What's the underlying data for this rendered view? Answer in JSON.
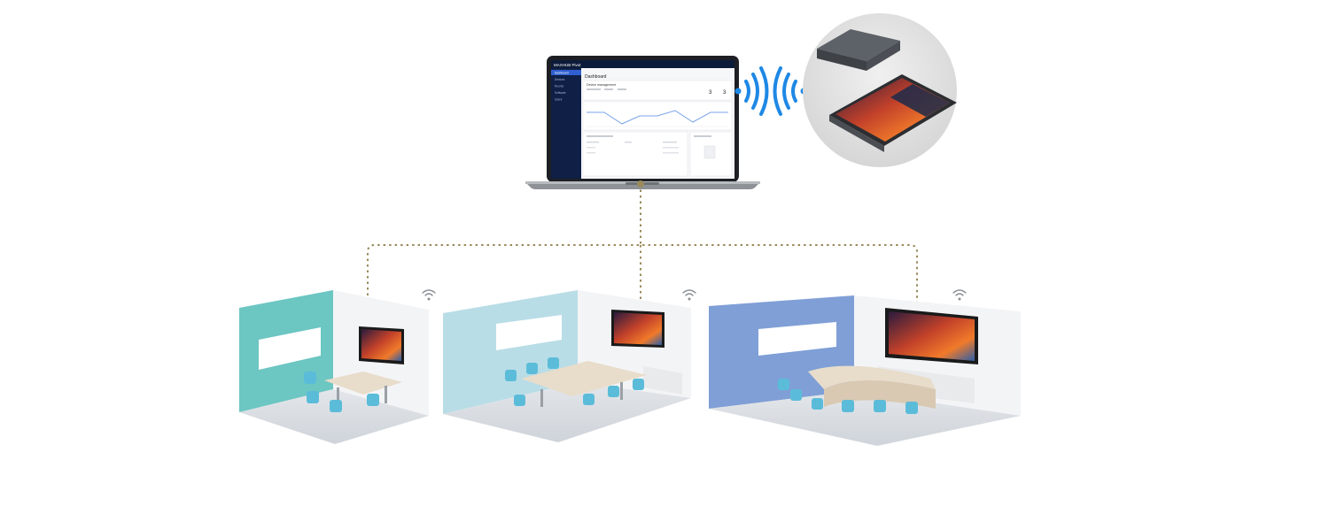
{
  "app": {
    "brand": "MAXHUB Pivot",
    "page_title": "Dashboard",
    "section_title": "Device management",
    "stats": [
      "3",
      "3"
    ],
    "sidebar_items": [
      "Dashboard",
      "Devices",
      "Rooms",
      "Software",
      "Users"
    ]
  },
  "colors": {
    "connector": "#9a8b5c",
    "wifi": "#1e88e5",
    "room1_wall": "#6cc6c2",
    "room2_wall": "#b9dde6",
    "room3_wall": "#7f9fd6",
    "chair": "#5bbcd9"
  },
  "icons": [
    "laptop-icon",
    "wifi-signal-icon",
    "mini-pc-icon",
    "touch-panel-icon",
    "room-wifi-icon"
  ],
  "rooms": [
    {
      "id": "small-meeting-room"
    },
    {
      "id": "medium-meeting-room"
    },
    {
      "id": "large-meeting-room"
    }
  ]
}
